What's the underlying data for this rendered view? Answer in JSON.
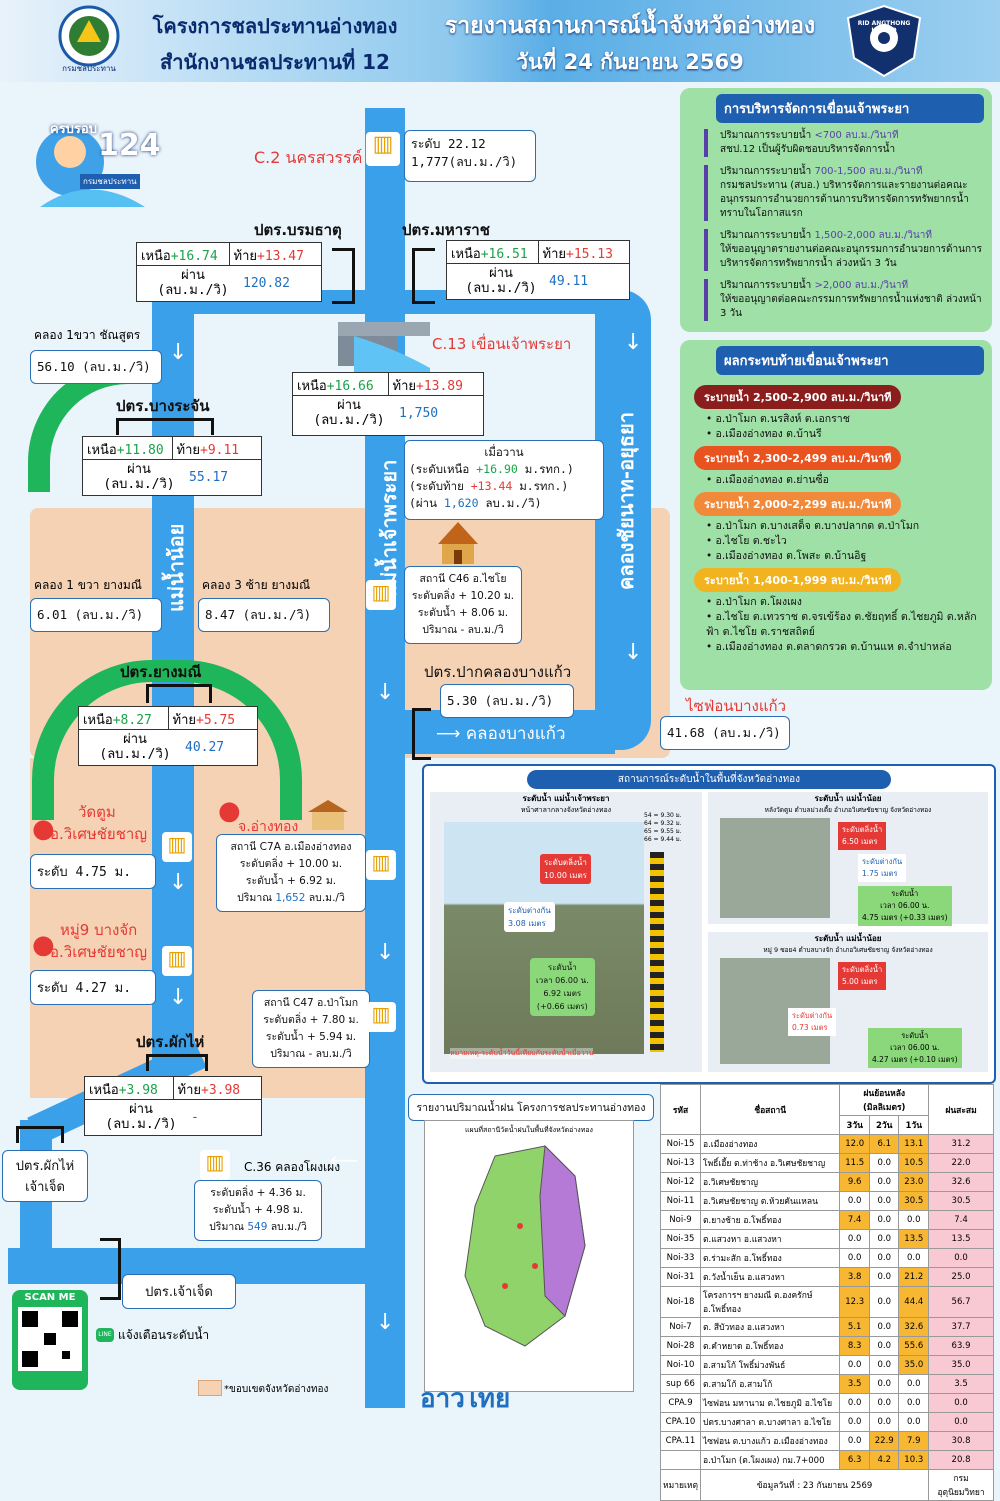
{
  "header": {
    "org_line1": "โครงการชลประทานอ่างทอง",
    "org_line2": "สำนักงานชลประทานที่ 12",
    "title_line1": "รายงานสถานการณ์น้ำจังหวัดอ่างทอง",
    "title_line2": "วันที่ 24 กันยายน  2569",
    "logo_left_text": "กรมชลประทาน",
    "logo_right_text": "RID ANGTHONG UNITED"
  },
  "badge": {
    "line1": "ครบรอบ",
    "line2": "124",
    "line3": "กรมชลประทาน"
  },
  "c2": {
    "name": "C.2 นครสวรรค์",
    "level_label": "ระดับ 22.12",
    "flow": "1,777(ลบ.ม./วิ)"
  },
  "gate_borommathat": {
    "name": "ปตร.บรมธาตุ",
    "upper_label": "เหนือ",
    "upper": "+16.74",
    "lower_label": "ท้าย",
    "lower": "+13.47",
    "flow_label": "ผ่าน\n(ลบ.ม./วิ)",
    "flow": "120.82"
  },
  "gate_maharaj": {
    "name": "ปตร.มหาราช",
    "upper_label": "เหนือ",
    "upper": "+16.51",
    "lower_label": "ท้าย",
    "lower": "+15.13",
    "flow_label": "ผ่าน\n(ลบ.ม./วิ)",
    "flow": "49.11"
  },
  "c13": {
    "name": "C.13 เขื่อนเจ้าพระยา",
    "upper_label": "เหนือ",
    "upper": "+16.66",
    "lower_label": "ท้าย",
    "lower": "+13.89",
    "flow_label": "ผ่าน\n(ลบ.ม./วิ)",
    "flow": "1,750"
  },
  "yesterday": {
    "title": "เมื่อวาน",
    "l1a": "(ระดับเหนือ ",
    "l1b": "+16.90",
    "l1c": " ม.รทก.)",
    "l2a": "(ระดับท้าย  ",
    "l2b": "+13.44",
    "l2c": " ม.รทก.)",
    "l3a": "(ผ่าน ",
    "l3b": "1,620",
    "l3c": " ลบ.ม./วิ)"
  },
  "canal_right2": {
    "name": "คลอง 1ขวา ชัณสูตร",
    "value": "56.10 (ลบ.ม./วิ)"
  },
  "gate_bangrachan": {
    "name": "ปตร.บางระจัน",
    "upper_label": "เหนือ",
    "upper": "+11.80",
    "lower_label": "ท้าย",
    "lower": "+9.11",
    "flow_label": "ผ่าน\n(ลบ.ม./วิ)",
    "flow": "55.17"
  },
  "canal1": {
    "name": "คลอง 1 ขวา ยางมณี",
    "value": "6.01 (ลบ.ม./วิ)"
  },
  "canal3": {
    "name": "คลอง 3 ซ้าย ยางมณี",
    "value": "8.47 (ลบ.ม./วิ)"
  },
  "gate_yangmani": {
    "name": "ปตร.ยางมณี",
    "upper_label": "เหนือ",
    "upper": "+8.27",
    "lower_label": "ท้าย",
    "lower": "+5.75",
    "flow_label": "ผ่าน\n(ลบ.ม./วิ)",
    "flow": "40.27"
  },
  "wattoom": {
    "name1": "วัดตูม",
    "name2": "อ.วิเศษชัยชาญ",
    "level": "ระดับ 4.75 ม."
  },
  "moo9": {
    "name1": "หมู่9 บางจัก",
    "name2": "อ.วิเศษชัยชาญ",
    "level": "ระดับ 4.27 ม."
  },
  "c7a": {
    "pin": "จ.อ่างทอง",
    "l1": "สถานี C7A อ.เมืองอ่างทอง",
    "l2": "ระดับตลิ่ง + 10.00 ม.",
    "l3": "ระดับน้ำ + 6.92 ม.",
    "l4a": "ปริมาณ ",
    "l4b": "1,652",
    "l4c": " ลบ.ม./วิ"
  },
  "c46": {
    "l1": "สถานี C46 อ.ไชโย",
    "l2": "ระดับตลิ่ง + 10.20 ม.",
    "l3": "ระดับน้ำ + 8.06 ม.",
    "l4": "ปริมาณ - ลบ.ม./วิ"
  },
  "c47": {
    "l1": "สถานี C47 อ.ป่าโมก",
    "l2": "ระดับตลิ่ง + 7.80 ม.",
    "l3": "ระดับน้ำ + 5.94 ม.",
    "l4": "ปริมาณ - ลบ.ม./วิ"
  },
  "c36": {
    "name": "C.36 คลองโผงเผง",
    "l1": "ระดับตลิ่ง + 4.36 ม.",
    "l2": "ระดับน้ำ + 4.98 ม.",
    "l3a": "ปริมาณ ",
    "l3b": "549",
    "l3c": " ลบ.ม./วิ"
  },
  "gate_phakhai": {
    "name": "ปตร.ผักไห่",
    "upper_label": "เหนือ",
    "upper": "+3.98",
    "lower_label": "ท้าย",
    "lower": "+3.98",
    "flow_label": "ผ่าน\n(ลบ.ม./วิ)",
    "flow": "-"
  },
  "gate_phakhai_jj": {
    "name": "ปตร.ผักไห่\nเจ้าเจ็ด"
  },
  "gate_chaojet": {
    "name": "ปตร.เจ้าเจ็ด"
  },
  "bangkaew": {
    "name": "ปตร.ปากคลองบางแก้ว",
    "value": "5.30 (ลบ.ม./วิ)",
    "canal": "คลองบางแก้ว",
    "siphon": "ไซฟ่อนบางแก้ว",
    "siphon_value": "41.68 (ลบ.ม./วิ)"
  },
  "rivers": {
    "chaophraya": "แม่น้ำเจ้าพระยา",
    "noi": "แม่น้ำน้อย",
    "chainat": "คลองชัยนาท-อยุธยา",
    "gulf": "อ่าวไทย"
  },
  "dam_panel": {
    "title": "การบริหารจัดการเขื่อนเจ้าพระยา",
    "items": [
      {
        "a": "ปริมาณการระบายน้ำ ",
        "b": "<700 ลบ.ม./วินาที",
        "c": "\nสชป.12 เป็นผู้รับผิดชอบบริหารจัดการน้ำ"
      },
      {
        "a": "ปริมาณการระบายน้ำ ",
        "b": "700-1,500 ลบ.ม./วินาที",
        "c": "\nกรมชลประทาน (สบอ.) บริหารจัดการและรายงานต่อคณะอนุกรรมการอำนวยการด้านการบริหารจัดการทรัพยากรน้ำ ทราบในโอกาสแรก"
      },
      {
        "a": "ปริมาณการระบายน้ำ ",
        "b": "1,500-2,000 ลบ.ม./วินาที",
        "c": "\nให้ขออนุญาตรายงานต่อคณะอนุกรรมการอำนวยการด้านการบริหารจัดการทรัพยากรน้ำ ล่วงหน้า 3 วัน"
      },
      {
        "a": "ปริมาณการระบายน้ำ ",
        "b": ">2,000 ลบ.ม./วินาที",
        "c": "\nให้ขออนุญาตต่อคณะกรรมการทรัพยากรน้ำแห่งชาติ ล่วงหน้า 3 วัน"
      }
    ]
  },
  "impact_panel": {
    "title": "ผลกระทบท้ายเขื่อนเจ้าพระยา",
    "groups": [
      {
        "label": "ระบายน้ำ 2,500-2,900 ลบ.ม./วินาที",
        "color": "#8b1d1d",
        "items": [
          "อ.ป่าโมก ต.นรสิงห์ ต.เอกราช",
          "อ.เมืองอ่างทอง ต.บ้านรี"
        ]
      },
      {
        "label": "ระบายน้ำ 2,300-2,499 ลบ.ม./วินาที",
        "color": "#e8531f",
        "items": [
          "อ.เมืองอ่างทอง ต.ย่านซื่อ"
        ]
      },
      {
        "label": "ระบายน้ำ 2,000-2,299 ลบ.ม./วินาที",
        "color": "#f08a3a",
        "items": [
          "อ.ป่าโมก ต.บางเสด็จ ต.บางปลากด ต.ป่าโมก",
          "อ.ไชโย ต.ชะไว",
          "อ.เมืองอ่างทอง ต.โพสะ ต.บ้านอิฐ"
        ]
      },
      {
        "label": "ระบายน้ำ 1,400-1,999 ลบ.ม./วินาที",
        "color": "#f2b321",
        "items": [
          "อ.ป่าโมก ต.โผงเผง",
          "อ.ไชโย ต.เทวราช ต.จรเข้ร้อง ต.ชัยฤทธิ์ ต.ไชยภูมิ ต.หลักฟ้า ต.ไชโย ต.ราชสถิตย์",
          "อ.เมืองอ่างทอง ต.ตลาดกรวด ต.บ้านแห ต.จำปาหล่อ"
        ]
      }
    ]
  },
  "photo_panel": {
    "title": "สถานการณ์ระดับน้ำในพื้นที่จังหวัดอ่างทอง",
    "left_title": "ระดับน้ำ แม่น้ำเจ้าพระยา",
    "left_sub": "หน้าศาลากลางจังหวัดอ่างทอง",
    "left_bank": "ระดับตลิ่งน้ำ\n10.00 เมตร",
    "left_diff": "ระดับต่างกัน\n3.08 เมตร",
    "left_water": "ระดับน้ำ\nเวลา 06.00 น.\n6.92 เมตร\n(+0.66 เมตร)",
    "left_note": "หมายเหตุ-ระดับน้ำวันนี้เทียบกับระดับน้ำเมื่อวาน",
    "right1_title": "ระดับน้ำ แม่น้ำน้อย",
    "right1_sub": "หลังวัดตูม ตำบลม่วงเตี้ย อำเภอวิเศษชัยชาญ จังหวัดอ่างทอง",
    "right1_bank": "ระดับตลิ่งน้ำ\n6.50 เมตร",
    "right1_diff": "ระดับต่างกัน\n1.75 เมตร",
    "right1_water": "ระดับน้ำ\nเวลา 06.00 น.\n4.75 เมตร (+0.33 เมตร)",
    "right2_title": "ระดับน้ำ แม่น้ำน้อย",
    "right2_sub": "หมู่ 9 ซอย4 ตำบลบางจัก อำเภอวิเศษชัยชาญ จังหวัดอ่างทอง",
    "right2_bank": "ระดับตลิ่งน้ำ\n5.00 เมตร",
    "right2_diff": "ระดับต่างกัน\n0.73 เมตร",
    "right2_water": "ระดับน้ำ\nเวลา 06.00 น.\n4.27 เมตร (+0.10 เมตร)",
    "legend": [
      "54 = 9.30 ม.",
      "64 = 9.32 ม.",
      "65 = 9.55 ม.",
      "66 = 9.44 ม."
    ]
  },
  "rain_map": {
    "title": "รายงานปริมาณน้ำฝน โครงการชลประทานอ่างทอง",
    "map_title": "แผนที่สถานีวัดน้ำฝนในพื้นที่จังหวัดอ่างทอง"
  },
  "rain_table": {
    "headers": [
      "รหัส",
      "ชื่อสถานี",
      "ฝนย้อนหลัง (มิลลิเมตร)",
      "ฝนสะสม"
    ],
    "sub_headers": [
      "3วัน",
      "2วัน",
      "1วัน"
    ],
    "rows": [
      [
        "Noi-15",
        "อ.เมืองอ่างทอง",
        "12.0",
        "6.1",
        "13.1",
        "31.2"
      ],
      [
        "Noi-13",
        "โพธิ์เอี้ย ต.ท่าช้าง อ.วิเศษชัยชาญ",
        "11.5",
        "0.0",
        "10.5",
        "22.0"
      ],
      [
        "Noi-12",
        "อ.วิเศษชัยชาญ",
        "9.6",
        "0.0",
        "23.0",
        "32.6"
      ],
      [
        "Noi-11",
        "อ.วิเศษชัยชาญ ต.ห้วยคันแหลน",
        "0.0",
        "0.0",
        "30.5",
        "30.5"
      ],
      [
        "Noi-9",
        "ต.ยางช้าย อ.โพธิ์ทอง",
        "7.4",
        "0.0",
        "0.0",
        "7.4"
      ],
      [
        "Noi-35",
        "ต.แสวงหา อ.แสวงหา",
        "0.0",
        "0.0",
        "13.5",
        "13.5"
      ],
      [
        "Noi-33",
        "ต.ร่ามะสัก อ.โพธิ์ทอง",
        "0.0",
        "0.0",
        "0.0",
        "0.0"
      ],
      [
        "Noi-31",
        "ต.วังน้ำเย็น อ.แสวงหา",
        "3.8",
        "0.0",
        "21.2",
        "25.0"
      ],
      [
        "Noi-18",
        "โครงการฯ ยางมณี ต.องครักษ์ อ.โพธิ์ทอง",
        "12.3",
        "0.0",
        "44.4",
        "56.7"
      ],
      [
        "Noi-7",
        "ต. สีบัวทอง อ.แสวงหา",
        "5.1",
        "0.0",
        "32.6",
        "37.7"
      ],
      [
        "Noi-28",
        "ต.คำหยาด อ.โพธิ์ทอง",
        "8.3",
        "0.0",
        "55.6",
        "63.9"
      ],
      [
        "Noi-10",
        "อ.สามโก้ โพธิ์ม่วงพันธ์",
        "0.0",
        "0.0",
        "35.0",
        "35.0"
      ],
      [
        "sup 66",
        "ต.สามโก้ อ.สามโก้",
        "3.5",
        "0.0",
        "0.0",
        "3.5"
      ],
      [
        "CPA.9",
        "ไซฟอน มหานาม ต.ไชยภูมิ อ.ไชโย",
        "0.0",
        "0.0",
        "0.0",
        "0.0"
      ],
      [
        "CPA.10",
        "ปตร.บางศาลา ต.บางศาลา อ.ไชโย",
        "0.0",
        "0.0",
        "0.0",
        "0.0"
      ],
      [
        "CPA.11",
        "ไซฟอน ต.บางแก้ว อ.เมืองอ่างทอง",
        "0.0",
        "22.9",
        "7.9",
        "30.8"
      ],
      [
        "",
        "อ.ป่าโมก (ต.โผงเผง) กม.7+000",
        "6.3",
        "4.2",
        "10.3",
        "20.8"
      ]
    ],
    "note_label": "หมายเหตุ",
    "note_date": "ข้อมูลวันที่ : 23 กันยายน 2569",
    "note_src": "กรมอุตุนิยมวิทยา"
  },
  "footer": {
    "scan": "SCAN ME",
    "line": "แจ้งเตือนระดับน้ำ",
    "line_icon": "LINE",
    "boundary": "*ขอบเขตจังหวัดอ่างทอง"
  },
  "colors": {
    "river": "#3aa0ea",
    "green": "#1fb55a",
    "orange_area": "#f6d2b5",
    "header_blue": "#0a2a6e"
  },
  "icons": [
    "water-gauge-icon",
    "dam-icon",
    "temple-icon",
    "location-pin-icon",
    "arrow-down-icon",
    "qr-code-icon",
    "line-icon"
  ]
}
